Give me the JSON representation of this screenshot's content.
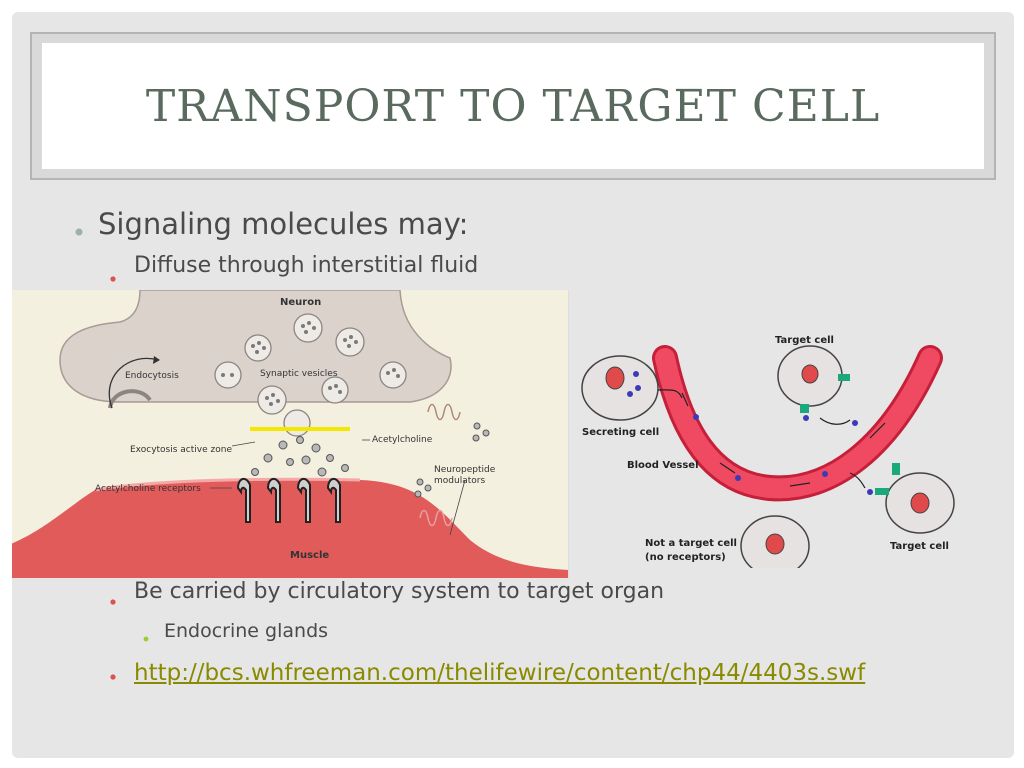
{
  "slide": {
    "title": "Transport to target cell",
    "bullets": {
      "b1": "Signaling molecules may:",
      "b1_1": "Diffuse through interstitial fluid",
      "b1_2": "Be carried by circulatory system to target organ",
      "b1_2_1": "Endocrine glands",
      "link": "http://bcs.whfreeman.com/thelifewire/content/chp44/4403s.swf"
    },
    "colors": {
      "title": "#5a6a5f",
      "bullet_l1": "#9ab0a8",
      "bullet_l2": "#d9534f",
      "bullet_l3": "#9acd32",
      "link": "#8a8a00"
    }
  },
  "synapse_figure": {
    "labels": {
      "neuron": "Neuron",
      "endocytosis": "Endocytosis",
      "synaptic_vesicles": "Synaptic vesicles",
      "exocytosis": "Exocytosis active zone",
      "acetylcholine": "Acetylcholine",
      "receptors": "Acetylcholine receptors",
      "neuropeptide": "Neuropeptide",
      "modulators": "modulators",
      "muscle": "Muscle"
    }
  },
  "circulation_figure": {
    "labels": {
      "target_cell_top": "Target cell",
      "secreting_cell": "Secreting cell",
      "blood_vessel": "Blood Vessel",
      "not_target_1": "Not a target cell",
      "not_target_2": "(no receptors)",
      "target_cell_bottom": "Target cell"
    }
  }
}
